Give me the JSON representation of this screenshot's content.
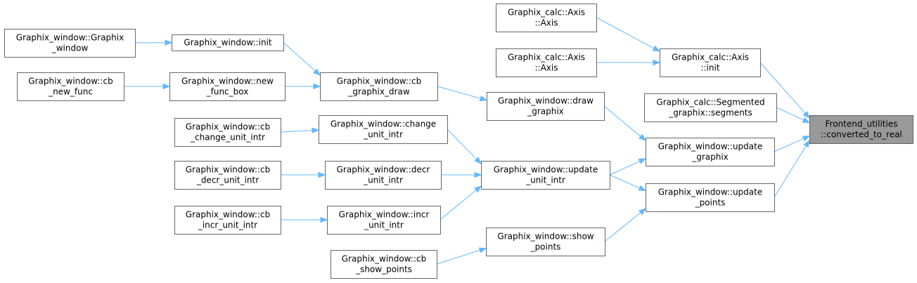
{
  "graph": {
    "colors": {
      "edge": "#63b8ff",
      "node_border": "#666666",
      "node_fill": "#ffffff",
      "focus_fill": "#999999"
    },
    "nodes": [
      {
        "id": "n1",
        "lines": [
          "Graphix_window::Graphix",
          "_window"
        ]
      },
      {
        "id": "n2",
        "lines": [
          "Graphix_window::init"
        ]
      },
      {
        "id": "n3",
        "lines": [
          "Graphix_window::cb",
          "_new_func"
        ]
      },
      {
        "id": "n4",
        "lines": [
          "Graphix_window::new",
          "_func_box"
        ]
      },
      {
        "id": "n5",
        "lines": [
          "Graphix_window::cb",
          "_graphix_draw"
        ]
      },
      {
        "id": "n6",
        "lines": [
          "Graphix_window::cb",
          "_change_unit_intr"
        ]
      },
      {
        "id": "n7",
        "lines": [
          "Graphix_window::change",
          "_unit_intr"
        ]
      },
      {
        "id": "n8",
        "lines": [
          "Graphix_window::cb",
          "_decr_unit_intr"
        ]
      },
      {
        "id": "n9",
        "lines": [
          "Graphix_window::decr",
          "_unit_intr"
        ]
      },
      {
        "id": "n10",
        "lines": [
          "Graphix_window::cb",
          "_incr_unit_intr"
        ]
      },
      {
        "id": "n11",
        "lines": [
          "Graphix_window::incr",
          "_unit_intr"
        ]
      },
      {
        "id": "n12",
        "lines": [
          "Graphix_window::cb",
          "_show_points"
        ]
      },
      {
        "id": "n13",
        "lines": [
          "Graphix_calc::Axis",
          "::Axis"
        ]
      },
      {
        "id": "n14",
        "lines": [
          "Graphix_calc::Axis",
          "::Axis"
        ]
      },
      {
        "id": "n15",
        "lines": [
          "Graphix_window::draw",
          "_graphix"
        ]
      },
      {
        "id": "n16",
        "lines": [
          "Graphix_window::update",
          "_unit_intr"
        ]
      },
      {
        "id": "n17",
        "lines": [
          "Graphix_window::show",
          "_points"
        ]
      },
      {
        "id": "n18",
        "lines": [
          "Graphix_calc::Axis",
          "::init"
        ]
      },
      {
        "id": "n19",
        "lines": [
          "Graphix_calc::Segmented",
          "_graphix::segments"
        ]
      },
      {
        "id": "n20",
        "lines": [
          "Graphix_window::update",
          "_graphix"
        ]
      },
      {
        "id": "n21",
        "lines": [
          "Graphix_window::update",
          "_points"
        ]
      },
      {
        "id": "n22",
        "lines": [
          "Frontend_utilities",
          "::converted_to_real"
        ],
        "focus": true
      }
    ],
    "edges": [
      [
        "n1",
        "n2"
      ],
      [
        "n2",
        "n5"
      ],
      [
        "n3",
        "n4"
      ],
      [
        "n4",
        "n5"
      ],
      [
        "n5",
        "n15"
      ],
      [
        "n6",
        "n7"
      ],
      [
        "n7",
        "n16"
      ],
      [
        "n8",
        "n9"
      ],
      [
        "n9",
        "n16"
      ],
      [
        "n10",
        "n11"
      ],
      [
        "n11",
        "n16"
      ],
      [
        "n12",
        "n17"
      ],
      [
        "n13",
        "n18"
      ],
      [
        "n14",
        "n18"
      ],
      [
        "n15",
        "n20"
      ],
      [
        "n16",
        "n20"
      ],
      [
        "n16",
        "n21"
      ],
      [
        "n17",
        "n21"
      ],
      [
        "n18",
        "n22"
      ],
      [
        "n19",
        "n22"
      ],
      [
        "n20",
        "n22"
      ],
      [
        "n21",
        "n22"
      ]
    ]
  }
}
